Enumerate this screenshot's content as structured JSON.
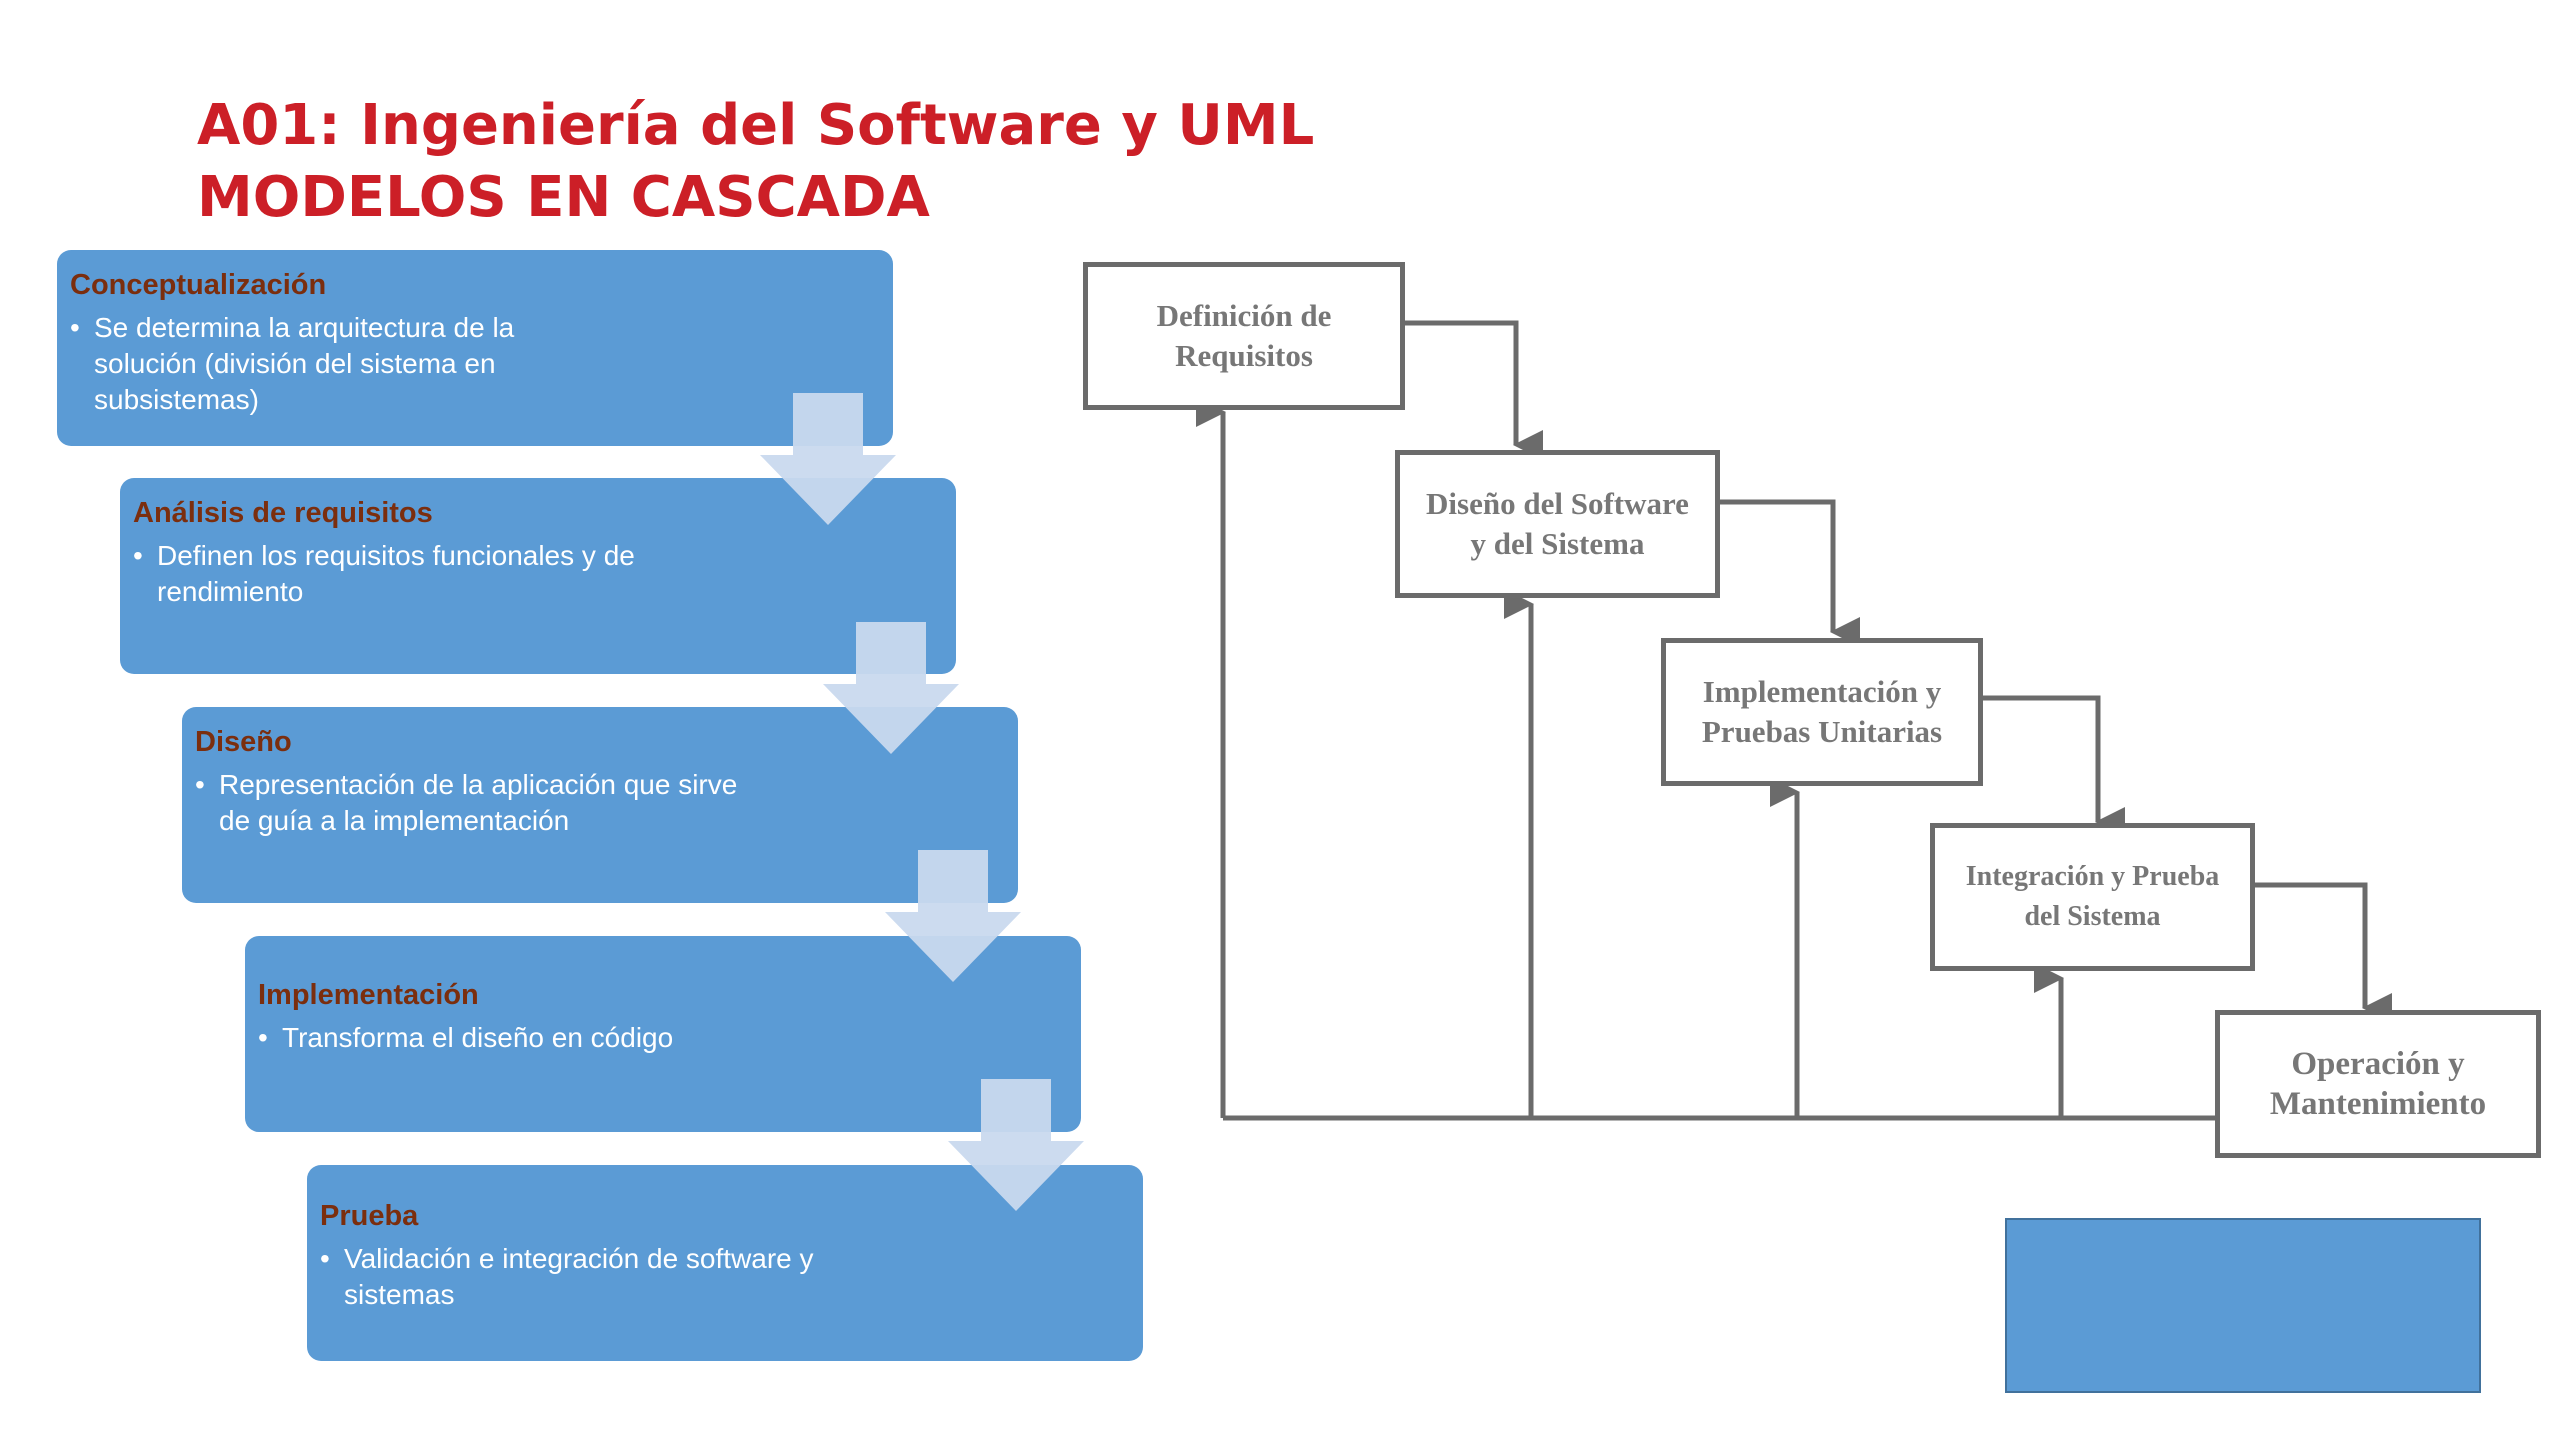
{
  "title": {
    "line1": "A01: Ingeniería del Software y UML",
    "line2": "MODELOS EN CASCADA"
  },
  "steps": [
    {
      "title": "Conceptualización",
      "bullet": "Se determina la arquitectura de la solución (división del sistema en subsistemas)"
    },
    {
      "title": "Análisis de requisitos",
      "bullet": "Definen los requisitos funcionales y de rendimiento"
    },
    {
      "title": "Diseño",
      "bullet": "Representación de la aplicación que sirve de guía a la implementación"
    },
    {
      "title": "Implementación",
      "bullet": "Transforma el diseño en código"
    },
    {
      "title": "Prueba",
      "bullet": "Validación e integración de software y sistemas"
    }
  ],
  "waterfall": [
    {
      "label": "Definición de\nRequisitos"
    },
    {
      "label": "Diseño del Software\ny del Sistema"
    },
    {
      "label": "Implementación y\nPruebas Unitarias"
    },
    {
      "label": "Integración y Prueba\ndel Sistema"
    },
    {
      "label": "Operación y\nMantenimiento"
    }
  ],
  "colors": {
    "title": "#cc1f27",
    "step_fill": "#5b9bd5",
    "step_title": "#7b2e0e",
    "arrow_fill": "#c9d9ee",
    "diagram_line": "#6b6b6b",
    "diagram_text": "#777777"
  }
}
